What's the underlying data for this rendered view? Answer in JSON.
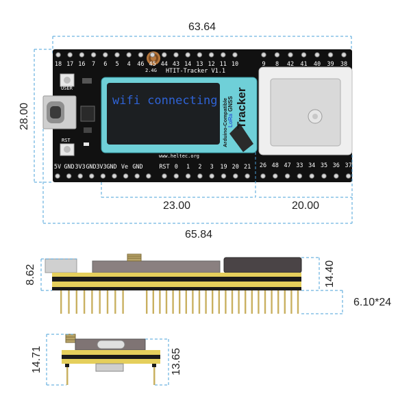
{
  "dimensions": {
    "board_length_top": "63.64",
    "board_height_left": "28.00",
    "lcd_width": "23.00",
    "gnss_width": "20.00",
    "overall_length": "65.84",
    "side_height_left": "8.62",
    "side_height_right": "14.40",
    "pin_length_count": "6.10*24",
    "end_height_left": "14.71",
    "end_height_right": "13.65"
  },
  "board": {
    "title": "HTIT-Tracker  V1.1",
    "antenna_label": "2.4G",
    "website": "www.heltec.org",
    "user_button": "USER",
    "rst_button": "RST",
    "top_pins_left": [
      "18",
      "17",
      "16",
      "7",
      "6",
      "5",
      "4",
      "46",
      "45",
      "44",
      "43",
      "14",
      "13",
      "12",
      "11",
      "10"
    ],
    "top_pins_right": [
      "9",
      "8",
      "42",
      "41",
      "40",
      "39",
      "38"
    ],
    "bottom_pins_left": [
      "5V",
      "GND",
      "3V3",
      "GND",
      "3V3",
      "GND",
      "Ve",
      "GND"
    ],
    "bottom_pins_mid": [
      "RST",
      "0",
      "1",
      "2",
      "3",
      "19",
      "20",
      "21"
    ],
    "bottom_pins_right": [
      "26",
      "48",
      "47",
      "33",
      "34",
      "35",
      "36",
      "37"
    ]
  },
  "lcd": {
    "message": "wifi connecting"
  },
  "brand": {
    "line1": "LoRa",
    "line1b": "GNSS",
    "line2": "Tracker",
    "line3": "Arduino-Compatible"
  },
  "colors": {
    "pcb": "#111111",
    "lcd_frame": "#6fd0d8",
    "lcd_screen": "#1c1f22",
    "lcd_text": "#2f63d6",
    "dimension_line": "#4aa0d8",
    "gnss_metal": "#d9d9d9",
    "pin_gold": "#c9b060",
    "pcb_side": "#e5cf5c"
  }
}
